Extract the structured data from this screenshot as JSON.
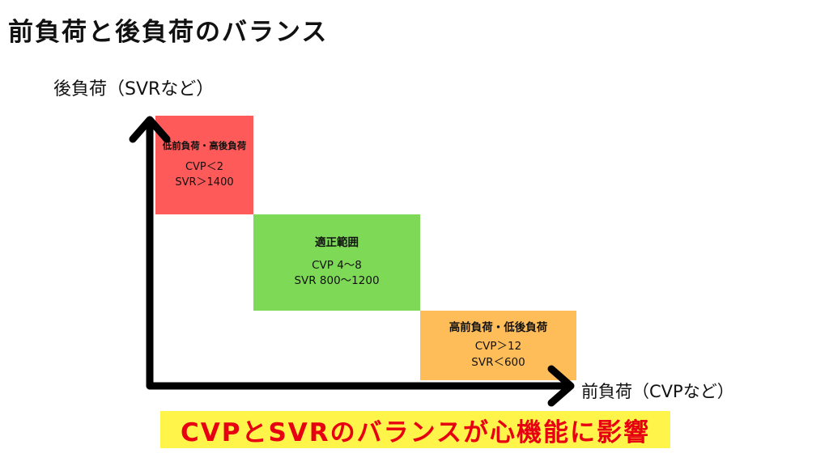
{
  "title": "前負荷と後負荷のバランス",
  "axes": {
    "y_label": "後負荷（SVRなど）",
    "x_label": "前負荷（CVPなど）"
  },
  "zones": {
    "high_afterload": {
      "title": "低前負荷・高後負荷",
      "line1": "CVP＜2",
      "line2": "SVR＞1400",
      "color": "#fe5a5a"
    },
    "normal": {
      "title": "適正範囲",
      "line1": "CVP 4〜8",
      "line2": "SVR 800〜1200",
      "color": "#7ed957"
    },
    "high_preload": {
      "title": "高前負荷・低後負荷",
      "line1": "CVP＞12",
      "line2": "SVR＜600",
      "color": "#ffbd59"
    }
  },
  "caption": {
    "text": "CVPとSVRのバランスが心機能に影響",
    "text_color": "#e60012",
    "highlight_color": "#fff44a"
  }
}
